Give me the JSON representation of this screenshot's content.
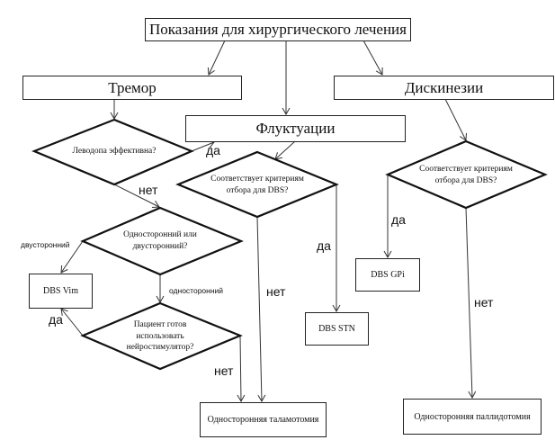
{
  "title": "Показания для хирургического лечения",
  "categories": {
    "tremor": "Тремор",
    "fluctuations": "Флуктуации",
    "dyskinesias": "Дискинезии"
  },
  "decisions": {
    "levodopa": "Леводопа эффективна?",
    "laterality": "Односторонний или двусторонний?",
    "neurostim": "Пациент готов использовать нейростимулятор?",
    "dbs_criteria_fluct": "Соответствует критериям отбора для DBS?",
    "dbs_criteria_dysk": "Соответствует критериям отбора для DBS?"
  },
  "outcomes": {
    "dbs_vim": "DBS Vim",
    "dbs_stn": "DBS STN",
    "dbs_gpi": "DBS GPi",
    "thalamotomy": "Односторонняя таламотомия",
    "pallidotomy": "Односторонняя паллидотомия"
  },
  "edge_labels": {
    "levodopa_yes": "да",
    "levodopa_no": "нет",
    "bilateral": "двусторонний",
    "unilateral": "односторонний",
    "neurostim_yes": "да",
    "neurostim_no": "нет",
    "fluct_yes": "да",
    "fluct_no": "нет",
    "dysk_yes": "да",
    "dysk_no": "нет"
  }
}
